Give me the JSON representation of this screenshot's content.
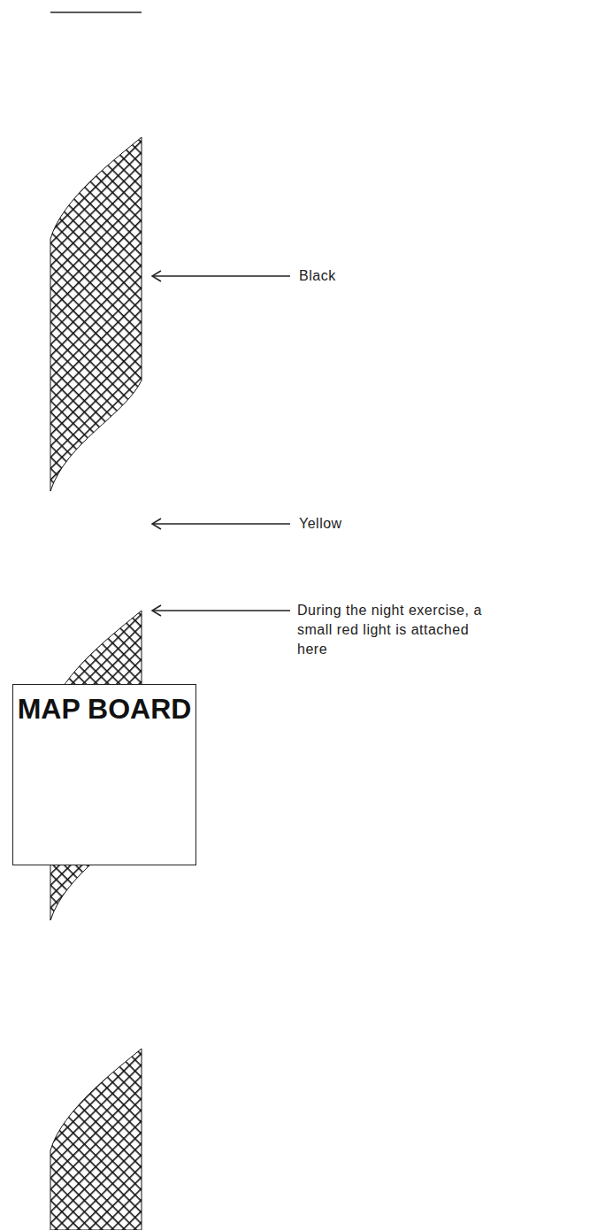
{
  "diagram": {
    "nodes": [
      {
        "text": [
          "MAP BOARD"
        ]
      }
    ],
    "labels": [
      "Black",
      "Yellow",
      "During the night exercise, a small red light is attached here"
    ]
  }
}
